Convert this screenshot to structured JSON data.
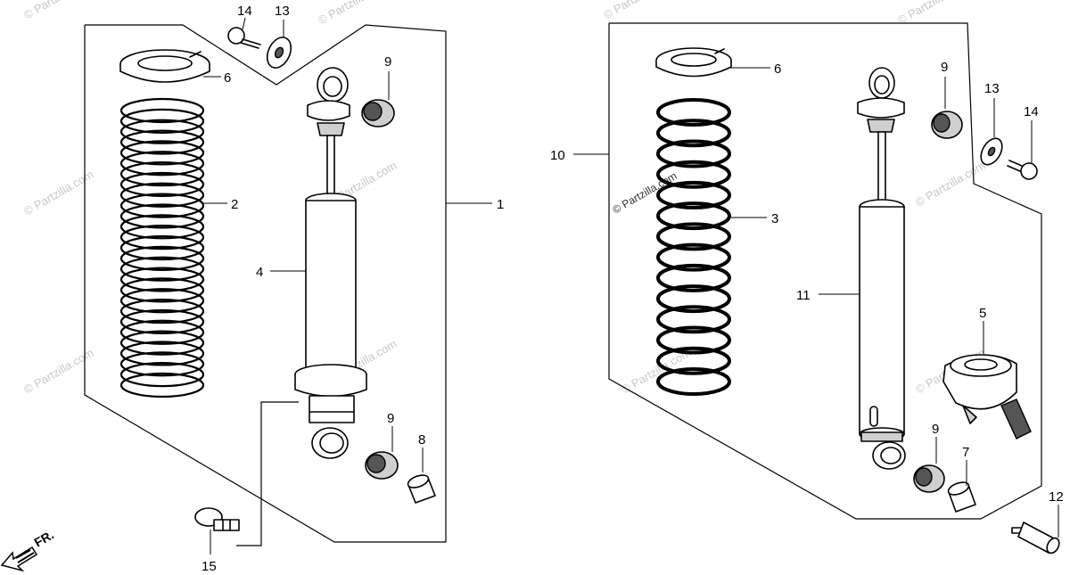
{
  "watermark_text": "© Partzilla.com",
  "front_arrow": {
    "label": "FR."
  },
  "callouts": {
    "left": {
      "n1": "1",
      "n2": "2",
      "n4": "4",
      "n6": "6",
      "n8": "8",
      "n9a": "9",
      "n9b": "9",
      "n13": "13",
      "n14": "14",
      "n15": "15"
    },
    "right": {
      "n3": "3",
      "n5": "5",
      "n6": "6",
      "n7": "7",
      "n9a": "9",
      "n9b": "9",
      "n10": "10",
      "n11": "11",
      "n12": "12",
      "n13": "13",
      "n14": "14"
    }
  }
}
